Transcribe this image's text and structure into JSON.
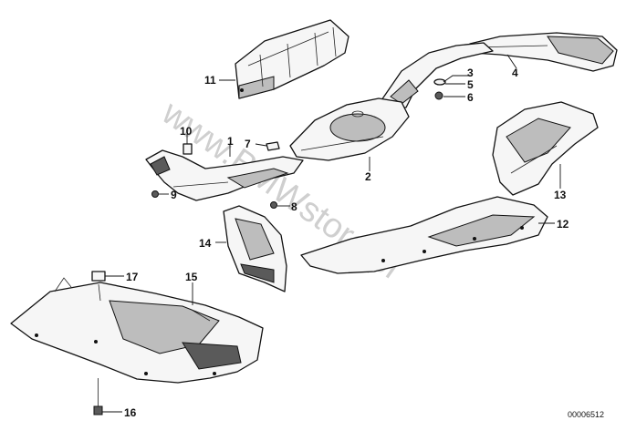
{
  "diagram": {
    "callouts": [
      {
        "id": "c1",
        "label": "1"
      },
      {
        "id": "c2",
        "label": "2"
      },
      {
        "id": "c3",
        "label": "3"
      },
      {
        "id": "c4",
        "label": "4"
      },
      {
        "id": "c5",
        "label": "5"
      },
      {
        "id": "c6",
        "label": "6"
      },
      {
        "id": "c7",
        "label": "7"
      },
      {
        "id": "c8",
        "label": "8"
      },
      {
        "id": "c9",
        "label": "9"
      },
      {
        "id": "c10",
        "label": "10"
      },
      {
        "id": "c11",
        "label": "11"
      },
      {
        "id": "c12",
        "label": "12"
      },
      {
        "id": "c13",
        "label": "13"
      },
      {
        "id": "c14",
        "label": "14"
      },
      {
        "id": "c15",
        "label": "15"
      },
      {
        "id": "c16",
        "label": "16"
      },
      {
        "id": "c17",
        "label": "17"
      }
    ],
    "watermark": "www.BMWstore.pl",
    "reference_number": "00006512"
  }
}
